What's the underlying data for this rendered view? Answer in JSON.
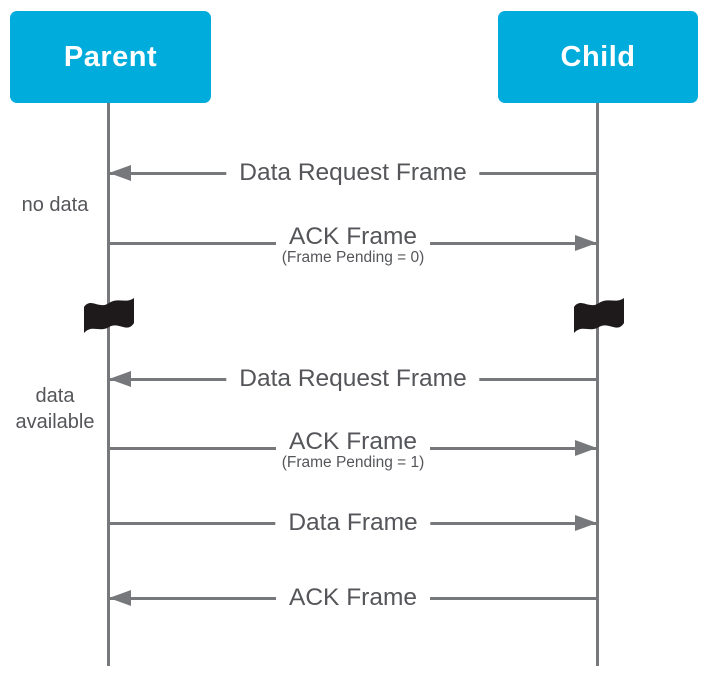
{
  "actors": {
    "parent": "Parent",
    "child": "Child"
  },
  "annotations": {
    "no_data": "no data",
    "data_available_line1": "data",
    "data_available_line2": "available"
  },
  "messages": [
    {
      "label": "Data Request Frame",
      "sublabel": "",
      "direction": "left",
      "from": "child",
      "to": "parent"
    },
    {
      "label": "ACK Frame",
      "sublabel": "(Frame Pending = 0)",
      "direction": "right",
      "from": "parent",
      "to": "child"
    },
    {
      "label": "Data Request Frame",
      "sublabel": "",
      "direction": "left",
      "from": "child",
      "to": "parent"
    },
    {
      "label": "ACK Frame",
      "sublabel": "(Frame Pending = 1)",
      "direction": "right",
      "from": "parent",
      "to": "child"
    },
    {
      "label": "Data Frame",
      "sublabel": "",
      "direction": "right",
      "from": "parent",
      "to": "child"
    },
    {
      "label": "ACK Frame",
      "sublabel": "",
      "direction": "left",
      "from": "child",
      "to": "parent"
    }
  ],
  "icons": {
    "flag": "time-break-flag-icon"
  },
  "colors": {
    "actor_bg": "#00ACDB",
    "actor_text": "#FFFFFF",
    "line": "#77787B",
    "label_text": "#55565A",
    "flag": "#1E1A1B"
  }
}
